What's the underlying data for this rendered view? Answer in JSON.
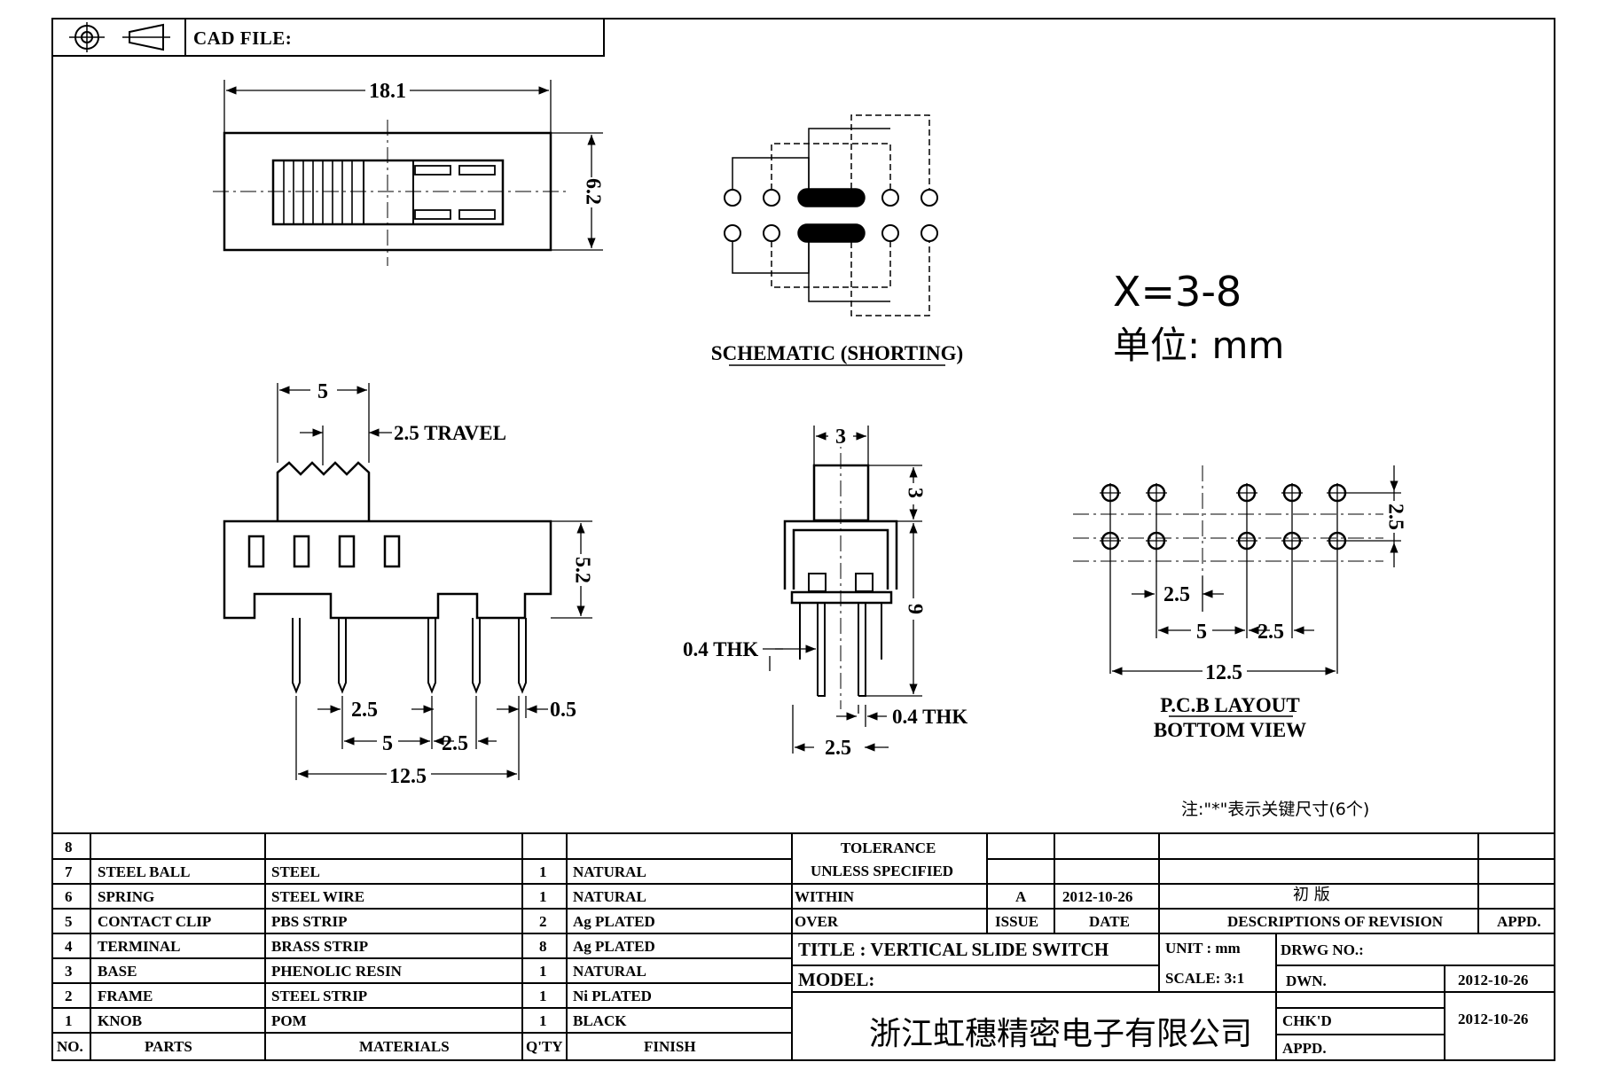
{
  "header": {
    "cad_label": "CAD FILE:"
  },
  "top_view": {
    "width_dim": "18.1",
    "height_dim": "6.2"
  },
  "schematic": {
    "caption": "SCHEMATIC (SHORTING)"
  },
  "notes": {
    "x_range": "X=3-8",
    "unit_line": "单位: mm",
    "key_note": "注:\"*\"表示关键尺寸(6个)"
  },
  "side_view": {
    "travel_width": "5",
    "travel_label": "2.5 TRAVEL",
    "body_height": "5.2",
    "pin_pitch_a": "2.5",
    "pin_gap": "0.5",
    "span_5": "5",
    "span_2_5": "2.5",
    "total": "12.5"
  },
  "end_view": {
    "width": "3",
    "knob_height": "3",
    "body_height": "9",
    "thk_left": "0.4 THK",
    "thk_right": "0.4 THK",
    "pitch": "2.5"
  },
  "pcb_layout": {
    "row_pitch": "2.5",
    "pitch_a": "2.5",
    "span_5": "5",
    "span_2_5": "2.5",
    "total": "12.5",
    "caption": "P.C.B LAYOUT",
    "subcaption": "BOTTOM VIEW"
  },
  "bom": {
    "rows": [
      {
        "no": "8",
        "part": "",
        "material": "",
        "qty": "",
        "finish": ""
      },
      {
        "no": "7",
        "part": "STEEL BALL",
        "material": "STEEL",
        "qty": "1",
        "finish": "NATURAL"
      },
      {
        "no": "6",
        "part": "SPRING",
        "material": "STEEL WIRE",
        "qty": "1",
        "finish": "NATURAL"
      },
      {
        "no": "5",
        "part": "CONTACT CLIP",
        "material": "PBS STRIP",
        "qty": "2",
        "finish": "Ag PLATED"
      },
      {
        "no": "4",
        "part": "TERMINAL",
        "material": "BRASS STRIP",
        "qty": "8",
        "finish": "Ag PLATED"
      },
      {
        "no": "3",
        "part": "BASE",
        "material": "PHENOLIC RESIN",
        "qty": "1",
        "finish": "NATURAL"
      },
      {
        "no": "2",
        "part": "FRAME",
        "material": "STEEL STRIP",
        "qty": "1",
        "finish": "Ni PLATED"
      },
      {
        "no": "1",
        "part": "KNOB",
        "material": "POM",
        "qty": "1",
        "finish": "BLACK"
      }
    ],
    "headers": {
      "no": "NO.",
      "parts": "PARTS",
      "materials": "MATERIALS",
      "qty": "Q'TY",
      "finish": "FINISH"
    }
  },
  "tolerance": {
    "line1": "TOLERANCE",
    "line2": "UNLESS  SPECIFIED",
    "within": "WITHIN",
    "over": "OVER"
  },
  "revision": {
    "issue_value": "A",
    "date_value": "2012-10-26",
    "desc_value": "初  版",
    "issue": "ISSUE",
    "date": "DATE",
    "desc": "DESCRIPTIONS OF REVISION",
    "appd": "APPD."
  },
  "title_block": {
    "title": "TITLE :  VERTICAL SLIDE SWITCH",
    "unit": "UNIT :  mm",
    "drwg_no": "DRWG NO.:",
    "model": "MODEL:",
    "scale": "SCALE:  3:1",
    "dwn": "DWN.",
    "dwn_date": "2012-10-26",
    "chkd": "CHK'D",
    "chkd_date": "2012-10-26",
    "appd": "APPD.",
    "company": "浙江虹穗精密电子有限公司"
  }
}
